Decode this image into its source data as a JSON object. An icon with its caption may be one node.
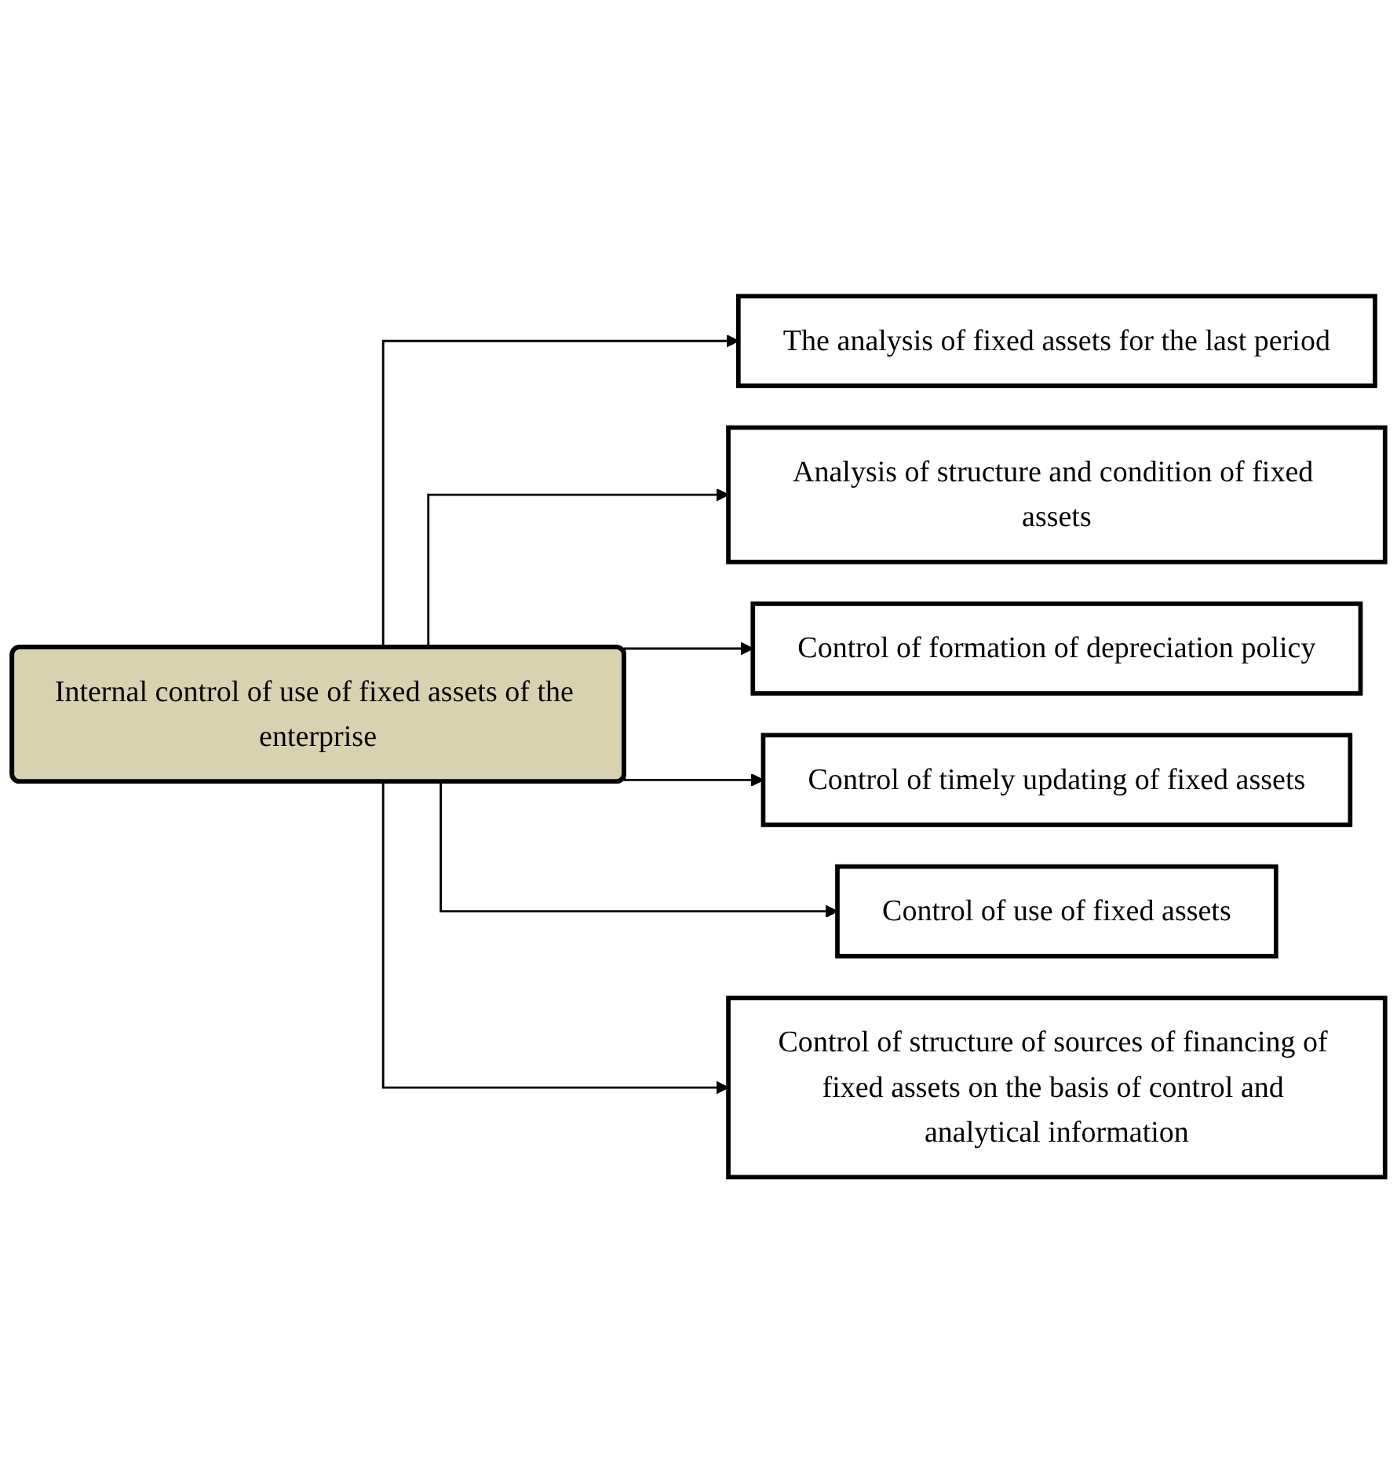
{
  "diagram": {
    "nodes": [
      {
        "text": [
          "Internal control of use of fixed assets of the enterprise"
        ]
      },
      {
        "text": [
          "The analysis of fixed assets for the last period"
        ]
      },
      {
        "text": [
          "Analysis of structure and condition of fixed assets"
        ]
      },
      {
        "text": [
          "Control of formation of depreciation policy"
        ]
      },
      {
        "text": [
          "Control of timely updating of fixed assets"
        ]
      },
      {
        "text": [
          "Control of use of fixed assets"
        ]
      },
      {
        "text": [
          "Control of structure of sources of financing of fixed assets on the basis of control and analytical information"
        ]
      }
    ],
    "edges": [
      {
        "from": 0,
        "to": 1,
        "arrow": "to"
      },
      {
        "from": 0,
        "to": 2,
        "arrow": "to"
      },
      {
        "from": 0,
        "to": 3,
        "arrow": "to"
      },
      {
        "from": 0,
        "to": 4,
        "arrow": "to"
      },
      {
        "from": 0,
        "to": 5,
        "arrow": "to"
      },
      {
        "from": 0,
        "to": 6,
        "arrow": "to"
      }
    ]
  }
}
